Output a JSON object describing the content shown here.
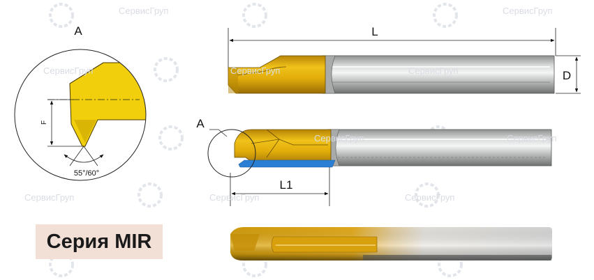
{
  "detail_view": {
    "label": "A",
    "dimension_f": "F",
    "angle": "55°/60°"
  },
  "dimensions": {
    "length": "L",
    "diameter": "D",
    "callout": "A",
    "cut_length": "L1"
  },
  "series": {
    "label": "Серия MIR"
  },
  "watermark": {
    "text": "СервисГруп"
  },
  "colors": {
    "gold": "#e8b40d",
    "gold_dark": "#9a7208",
    "steel": "#c2c4c4",
    "blue_edge": "#2a7fd4"
  }
}
